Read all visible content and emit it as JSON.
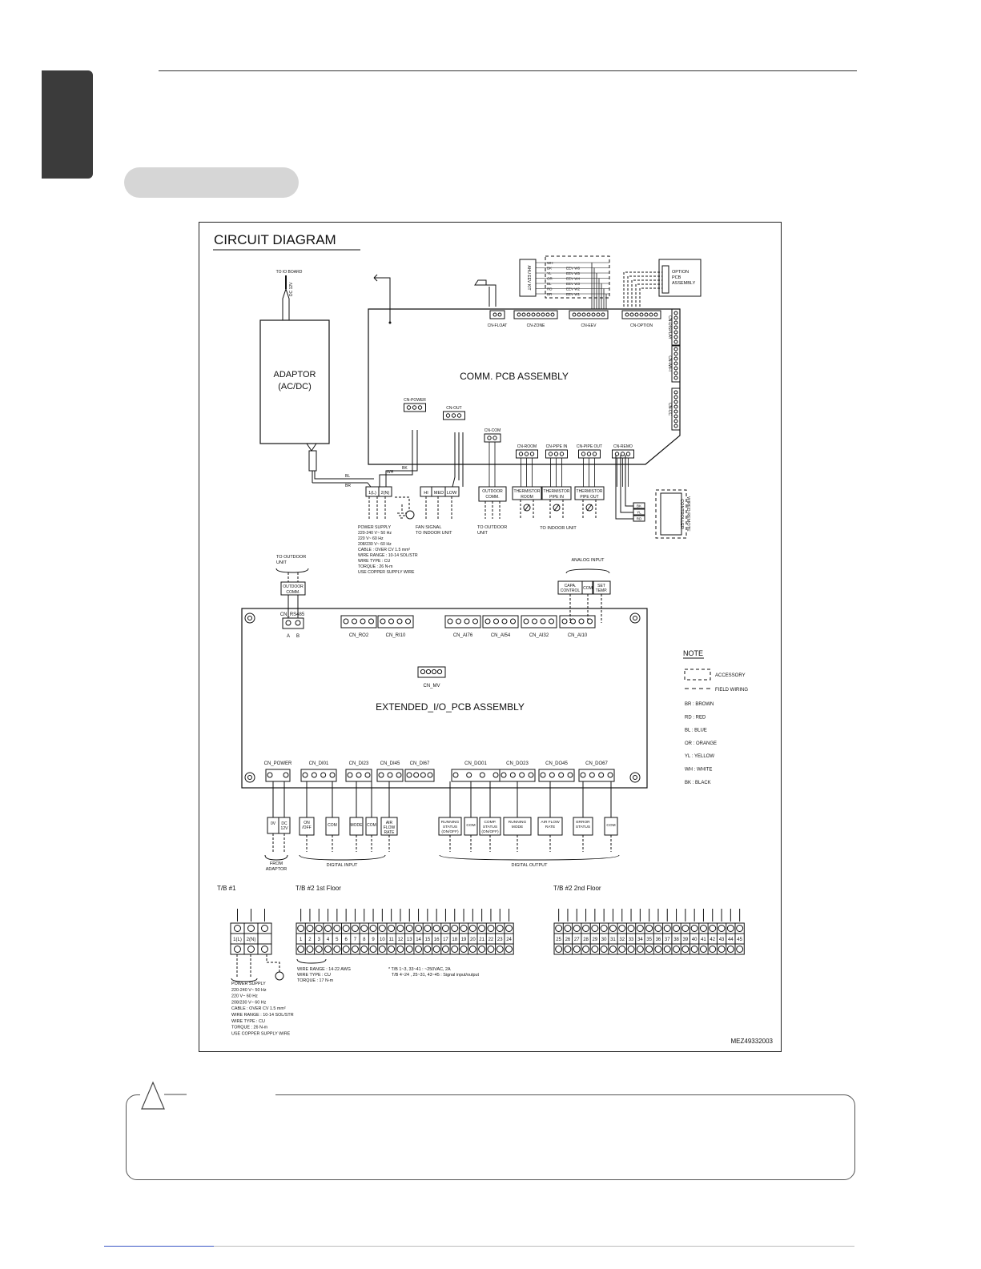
{
  "title": "CIRCUIT DIAGRAM",
  "doc_code": "MEZ49332003",
  "adaptor": {
    "label1": "ADAPTOR",
    "label2": "(AC/DC)",
    "to_board": "TO IO BOARD",
    "dc_out": "DC 12V"
  },
  "comm_pcb": {
    "label": "COMM. PCB ASSEMBLY"
  },
  "ext_pcb": {
    "label": "EXTENDED_I/O_PCB ASSEMBLY",
    "mv": "CN_MV"
  },
  "top_connectors": [
    "CN-FLOAT",
    "CN-ZONE",
    "CN-EEV",
    "CN-OPTION"
  ],
  "side_connectors": [
    "CN-DISPLAY",
    "CN-WIFI",
    "CN-CC"
  ],
  "eev_kit": {
    "label": "AHU EEV KIT",
    "colors": [
      "WH",
      "BK",
      "YL",
      "OR",
      "BL",
      "RD",
      "BR"
    ],
    "wires": [
      "EEV W6",
      "EEV W5",
      "EEV W4",
      "EEV W3",
      "EEV W2",
      "EEV W1"
    ]
  },
  "option_pcb": [
    "OPTION",
    "PCB",
    "ASSEMBLY"
  ],
  "comm_lower_connectors": [
    "CN-POWER",
    "CN-OUT",
    "CN-COM",
    "CN-ROOM",
    "CN-PIPE IN",
    "CN-PIPE OUT",
    "CN-REMO"
  ],
  "power_tb": [
    "1(L)",
    "2(N)"
  ],
  "fan_tb": [
    "HI",
    "MED",
    "LOW"
  ],
  "outdoor_comm": [
    "OUTDOOR",
    "COMM."
  ],
  "thermistors": [
    [
      "THERMISTOR",
      "ROOM"
    ],
    [
      "THERMISTOR",
      "PIPE IN"
    ],
    [
      "THERMISTOR",
      "PIPE OUT"
    ]
  ],
  "wired_remote": [
    "WIRED REMOTE",
    "CONTROLLER"
  ],
  "remote_colors": [
    "BK",
    "YL",
    "RD"
  ],
  "power_supply_block": [
    "POWER SUPPLY",
    "220-240 V~ 50 Hz",
    "220 V~ 60 Hz",
    "208/230 V~ 60 Hz",
    "CABLE : OVER CV 1.5 mm²",
    "WIRE RANGE : 10-14 SOL/STR",
    "WIRE TYPE : CU",
    "TORQUE : 26 N-m",
    "USE COPPER SUPPLY WIRE"
  ],
  "fan_signal": [
    "FAN SIGNAL",
    "TO INDOOR UNIT"
  ],
  "to_outdoor_unit": [
    "TO OUTDOOR",
    "UNIT"
  ],
  "to_indoor_unit": "TO INDOOR UNIT",
  "analog_input": {
    "title": "ANALOG INPUT",
    "items": [
      [
        "CAPA.",
        "CONTROL"
      ],
      [
        "COM"
      ],
      [
        "SET",
        "TEMP."
      ]
    ]
  },
  "rs485": {
    "to": [
      "TO OUTDOOR",
      "UNIT"
    ],
    "comm": [
      "OUTDOOR",
      "COMM."
    ],
    "label": "CN_RS485",
    "ab": [
      "A",
      "B"
    ]
  },
  "ext_top_connectors": [
    "CN_RO2",
    "CN_RI10",
    "CN_AI76",
    "CN_AI54",
    "CN_AI32",
    "CN_AI10"
  ],
  "ext_bottom_connectors": [
    "CN_POWER",
    "CN_DI01",
    "CN_DI23",
    "CN_DI45",
    "CN_DI67",
    "CN_DO01",
    "CN_DO23",
    "CN_DO45",
    "CN_DO67"
  ],
  "power_boxes": [
    "0V",
    "DC 12V"
  ],
  "di_boxes": [
    [
      "ON",
      "/OFF"
    ],
    [
      "COM"
    ],
    [
      "MODE"
    ],
    [
      "COM"
    ],
    [
      "AIR",
      "FLOW",
      "RATE"
    ]
  ],
  "do_boxes": [
    [
      "RUNNING",
      "STATUS",
      "(ON/OFF)"
    ],
    [
      "COM"
    ],
    [
      "COMP.",
      "STATUS",
      "(ON/OFF)"
    ],
    [
      "RUNNING",
      "MODE"
    ],
    [
      "AIR FLOW",
      "RATE"
    ],
    [
      "ERROR",
      "STATUS"
    ],
    [
      "COM"
    ]
  ],
  "from_adaptor": [
    "FROM",
    "ADAPTOR"
  ],
  "digital_input": "DIGITAL INPUT",
  "digital_output": "DIGITAL OUTPUT",
  "note": {
    "title": "NOTE",
    "accessory": "ACCESSORY",
    "field_wiring": "FIELD WIRING",
    "colors": [
      "BR : BROWN",
      "RD : RED",
      "BL : BLUE",
      "OR : ORANGE",
      "YL : YELLOW",
      "WH : WHITE",
      "BK : BLACK"
    ]
  },
  "tb1": {
    "title": "T/B #1",
    "terms": [
      "1(L)",
      "2(N)"
    ]
  },
  "tb2_1": {
    "title": "T/B #2 1st Floor",
    "numbers": [
      "1",
      "2",
      "3",
      "4",
      "5",
      "6",
      "7",
      "8",
      "9",
      "10",
      "11",
      "12",
      "13",
      "14",
      "15",
      "16",
      "17",
      "18",
      "19",
      "20",
      "21",
      "22",
      "23",
      "24"
    ]
  },
  "tb2_2": {
    "title": "T/B #2 2nd Floor",
    "numbers": [
      "25",
      "26",
      "27",
      "28",
      "29",
      "30",
      "31",
      "32",
      "33",
      "34",
      "35",
      "36",
      "37",
      "38",
      "39",
      "40",
      "41",
      "42",
      "43",
      "44",
      "45"
    ]
  },
  "tb2_specs": [
    "WIRE RANGE : 14-22 AWG",
    "WIRE TYPE : CU",
    "TORQUE : 17 N-m"
  ],
  "tb2_notes": [
    "* T/B 1~3, 33~41 : ~250VAC, 2A",
    "T/B 4~24 , 25~31, 43~45 : Signal input/output"
  ],
  "tb1_power_supply": [
    "POWER SUPPLY",
    "220-240 V~ 50 Hz",
    "220 V~ 60 Hz",
    "208/230 V~ 60 Hz",
    "CABLE : OVER CV 1.5 mm²",
    "WIRE RANGE : 10-14 SOL/STR",
    "WIRE TYPE : CU",
    "TORQUE : 26 N-m",
    "USE COPPER SUPPLY WIRE"
  ]
}
